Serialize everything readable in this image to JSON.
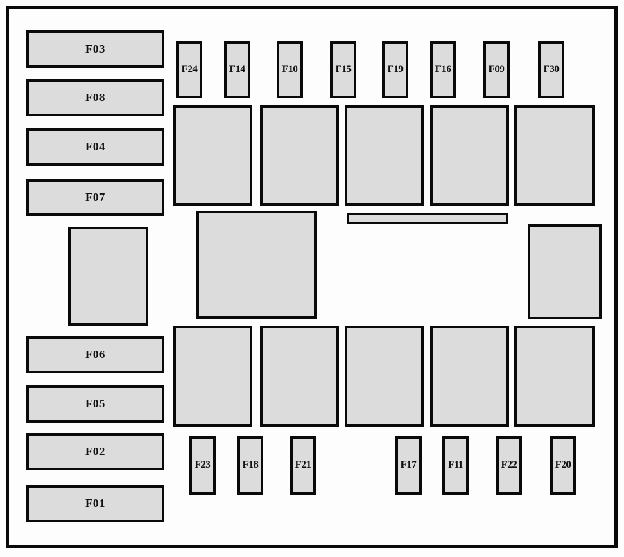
{
  "diagram": {
    "type": "fuse-box-layout",
    "colors": {
      "background": "#fdfdfd",
      "box_fill": "#dcdcdc",
      "box_border": "#0a0a0a",
      "label_text": "#111111"
    },
    "left_column_top": [
      {
        "label": "F03"
      },
      {
        "label": "F08"
      },
      {
        "label": "F04"
      },
      {
        "label": "F07"
      }
    ],
    "left_column_bottom": [
      {
        "label": "F06"
      },
      {
        "label": "F05"
      },
      {
        "label": "F02"
      },
      {
        "label": "F01"
      }
    ],
    "top_fuse_row": [
      {
        "label": "F24"
      },
      {
        "label": "F14"
      },
      {
        "label": "F10"
      },
      {
        "label": "F15"
      },
      {
        "label": "F19"
      },
      {
        "label": "F16"
      },
      {
        "label": "F09"
      },
      {
        "label": "F30"
      }
    ],
    "bottom_fuse_row": [
      {
        "label": "F23"
      },
      {
        "label": "F18"
      },
      {
        "label": "F21"
      },
      {
        "label": "F17"
      },
      {
        "label": "F11"
      },
      {
        "label": "F22"
      },
      {
        "label": "F20"
      }
    ],
    "unlabeled_boxes": {
      "top_relay_row_count": 5,
      "bottom_relay_row_count": 5,
      "left_square_count": 1,
      "center_square_count": 1,
      "right_square_count": 1,
      "thin_strip_count": 1
    }
  }
}
